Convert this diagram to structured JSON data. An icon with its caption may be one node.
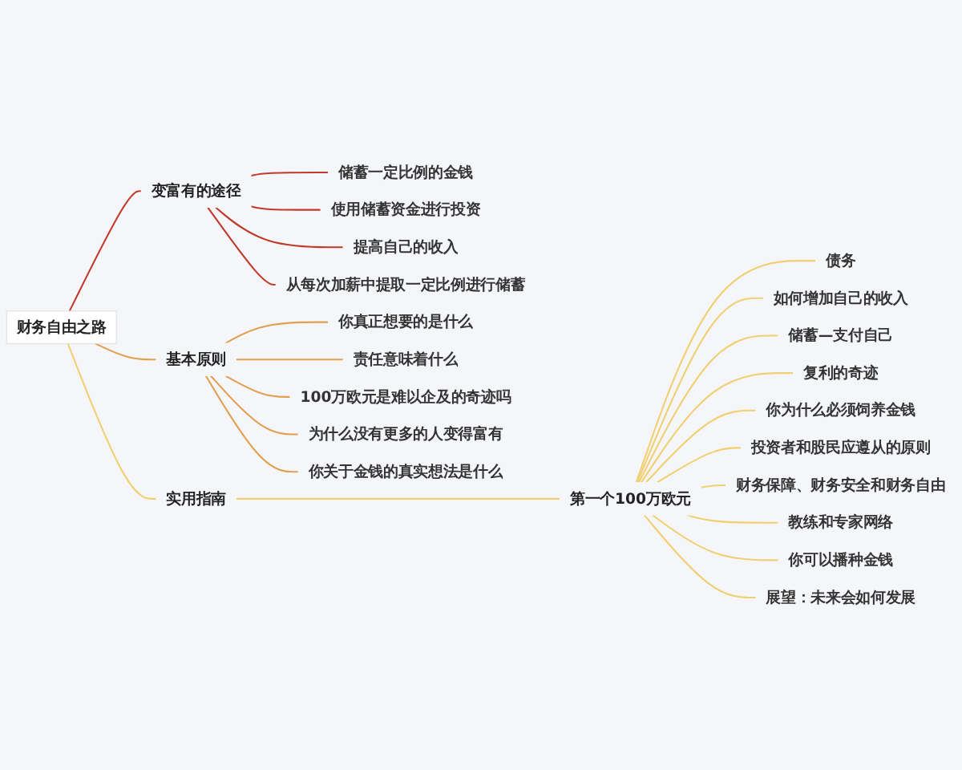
{
  "diagram": {
    "nodes": [
      {
        "text": [
          "财务自由之路"
        ]
      },
      {
        "text": [
          "变富有的途径"
        ]
      },
      {
        "text": [
          "储蓄一定比例的金钱"
        ]
      },
      {
        "text": [
          "使用储蓄资金进行投资"
        ]
      },
      {
        "text": [
          "提高自己的收入"
        ]
      },
      {
        "text": [
          "从每次加薪中提取一定比例进行储蓄"
        ]
      },
      {
        "text": [
          "基本原则"
        ]
      },
      {
        "text": [
          "你真正想要的是什么"
        ]
      },
      {
        "text": [
          "责任意味着什么"
        ]
      },
      {
        "text": [
          "100万欧元是难以企及的奇迹吗"
        ]
      },
      {
        "text": [
          "为什么没有更多的人变得富有"
        ]
      },
      {
        "text": [
          "你关于金钱的真实想法是什么"
        ]
      },
      {
        "text": [
          "实用指南"
        ]
      },
      {
        "text": [
          "第一个100万欧元"
        ]
      },
      {
        "text": [
          "债务"
        ]
      },
      {
        "text": [
          "如何增加自己的收入"
        ]
      },
      {
        "text": [
          "储蓄—支付自己"
        ]
      },
      {
        "text": [
          "复利的奇迹"
        ]
      },
      {
        "text": [
          "你为什么必须饲养金钱"
        ]
      },
      {
        "text": [
          "投资者和股民应遵从的原则"
        ]
      },
      {
        "text": [
          "财务保障、财务安全和财务自由"
        ]
      },
      {
        "text": [
          "教练和专家网络"
        ]
      },
      {
        "text": [
          "你可以播种金钱"
        ]
      },
      {
        "text": [
          "展望：未来会如何发展"
        ]
      }
    ],
    "edges": [
      {
        "from": 0,
        "to": 1,
        "arrow": "none",
        "color": "#c0392b"
      },
      {
        "from": 1,
        "to": 2,
        "arrow": "none",
        "color": "#c0392b"
      },
      {
        "from": 1,
        "to": 3,
        "arrow": "none",
        "color": "#c0392b"
      },
      {
        "from": 1,
        "to": 4,
        "arrow": "none",
        "color": "#c0392b"
      },
      {
        "from": 1,
        "to": 5,
        "arrow": "none",
        "color": "#c0392b"
      },
      {
        "from": 0,
        "to": 6,
        "arrow": "none",
        "color": "#e0a050"
      },
      {
        "from": 6,
        "to": 7,
        "arrow": "none",
        "color": "#e0a050"
      },
      {
        "from": 6,
        "to": 8,
        "arrow": "none",
        "color": "#e0a050"
      },
      {
        "from": 6,
        "to": 9,
        "arrow": "none",
        "color": "#e0a050"
      },
      {
        "from": 6,
        "to": 10,
        "arrow": "none",
        "color": "#e0a050"
      },
      {
        "from": 6,
        "to": 11,
        "arrow": "none",
        "color": "#e0a050"
      },
      {
        "from": 0,
        "to": 12,
        "arrow": "none",
        "color": "#f0d070"
      },
      {
        "from": 12,
        "to": 13,
        "arrow": "none",
        "color": "#f0d070"
      },
      {
        "from": 13,
        "to": 14,
        "arrow": "none",
        "color": "#f0d070"
      },
      {
        "from": 13,
        "to": 15,
        "arrow": "none",
        "color": "#f0d070"
      },
      {
        "from": 13,
        "to": 16,
        "arrow": "none",
        "color": "#f0d070"
      },
      {
        "from": 13,
        "to": 17,
        "arrow": "none",
        "color": "#f0d070"
      },
      {
        "from": 13,
        "to": 18,
        "arrow": "none",
        "color": "#f0d070"
      },
      {
        "from": 13,
        "to": 19,
        "arrow": "none",
        "color": "#f0d070"
      },
      {
        "from": 13,
        "to": 20,
        "arrow": "none",
        "color": "#f0d070"
      },
      {
        "from": 13,
        "to": 21,
        "arrow": "none",
        "color": "#f0d070"
      },
      {
        "from": 13,
        "to": 22,
        "arrow": "none",
        "color": "#f0d070"
      },
      {
        "from": 13,
        "to": 23,
        "arrow": "none",
        "color": "#f0d070"
      }
    ]
  }
}
